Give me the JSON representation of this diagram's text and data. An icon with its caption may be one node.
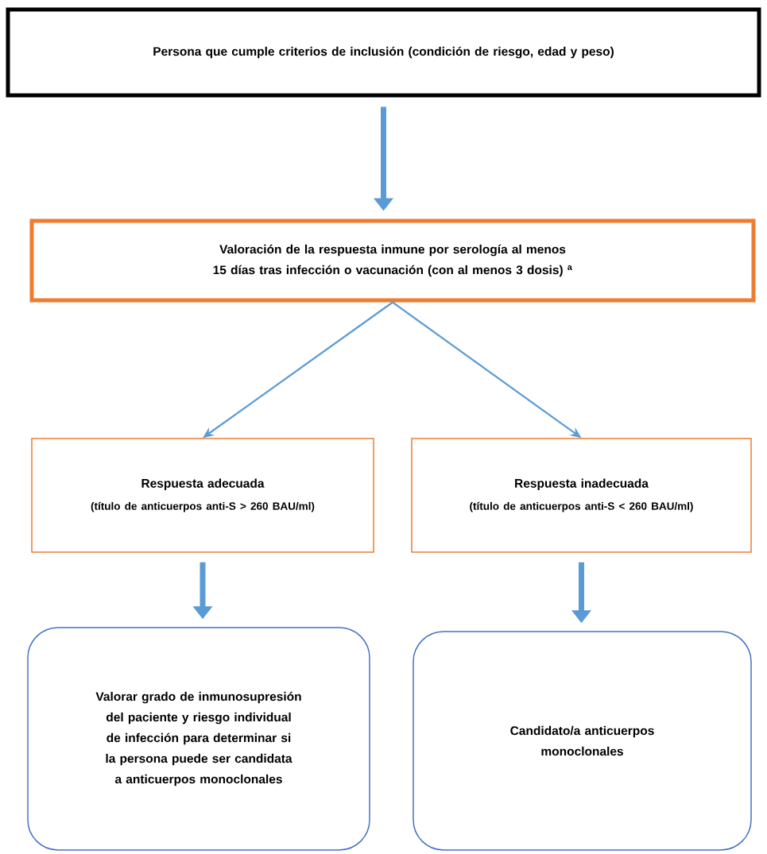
{
  "diagram": {
    "nodes": [
      {
        "text": [
          "Persona que cumple criterios de inclusión (condición de riesgo, edad y peso)"
        ]
      },
      {
        "text": [
          "Valoración de la respuesta inmune por serología al menos 15 días tras infección o vacunación (con al menos 3 dosis) $^{a}$"
        ]
      },
      {
        "text": [
          "Respuesta adecuada",
          "(título de anticuerpos anti-S > 260 BAU/ml)"
        ]
      },
      {
        "text": [
          "Respuesta inadecuada",
          "(título de anticuerpos anti-S < 260 BAU/ml)"
        ]
      },
      {
        "text": [
          "Valorar grado de inmunosupresión del paciente y riesgo individual de infección para determinar si la persona puede ser candidata a anticuerpos monoclonales"
        ]
      },
      {
        "text": [
          "Candidato/a anticuerpos monoclonales"
        ]
      }
    ],
    "edges": [
      {
        "from": 0,
        "to": 1,
        "arrow": "to"
      },
      {
        "from": 1,
        "to": 2,
        "arrow": "to"
      },
      {
        "from": 1,
        "to": 3,
        "arrow": "to"
      },
      {
        "from": 2,
        "to": 4,
        "arrow": "to"
      },
      {
        "from": 3,
        "to": 5,
        "arrow": "to"
      }
    ]
  }
}
